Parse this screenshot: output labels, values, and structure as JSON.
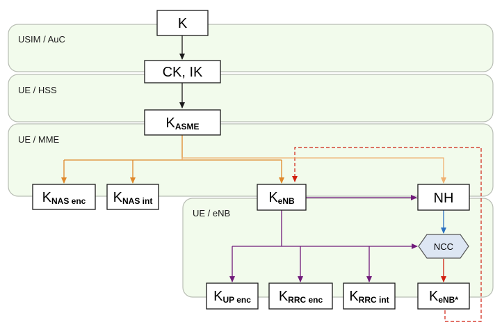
{
  "zones": {
    "usim_auc": "USIM / AuC",
    "ue_hss": "UE / HSS",
    "ue_mme": "UE / MME",
    "ue_enb": "UE / eNB"
  },
  "keys": {
    "k": {
      "main": "K"
    },
    "ck_ik": {
      "main": "CK, IK"
    },
    "kasme": {
      "main": "K",
      "sub": "ASME"
    },
    "knas_enc": {
      "main": "K",
      "sub": "NAS enc"
    },
    "knas_int": {
      "main": "K",
      "sub": "NAS int"
    },
    "kenb": {
      "main": "K",
      "sub": "eNB"
    },
    "nh": {
      "main": "NH"
    },
    "kup_enc": {
      "main": "K",
      "sub": "UP enc"
    },
    "krrc_enc": {
      "main": "K",
      "sub": "RRC enc"
    },
    "krrc_int": {
      "main": "K",
      "sub": "RRC int"
    },
    "kenb_star": {
      "main": "K",
      "sub": "eNB*"
    }
  },
  "ncc": {
    "label": "NCC"
  },
  "colors": {
    "black": "#1a1a1a",
    "orange": "#e0882a",
    "light_orange": "#f0b070",
    "purple": "#701a7a",
    "blue": "#2a70c0",
    "red": "#d02010",
    "zone_fill": "#f2fbec",
    "zone_stroke": "#b8bdb4",
    "ncc_fill": "#dde6f3"
  }
}
